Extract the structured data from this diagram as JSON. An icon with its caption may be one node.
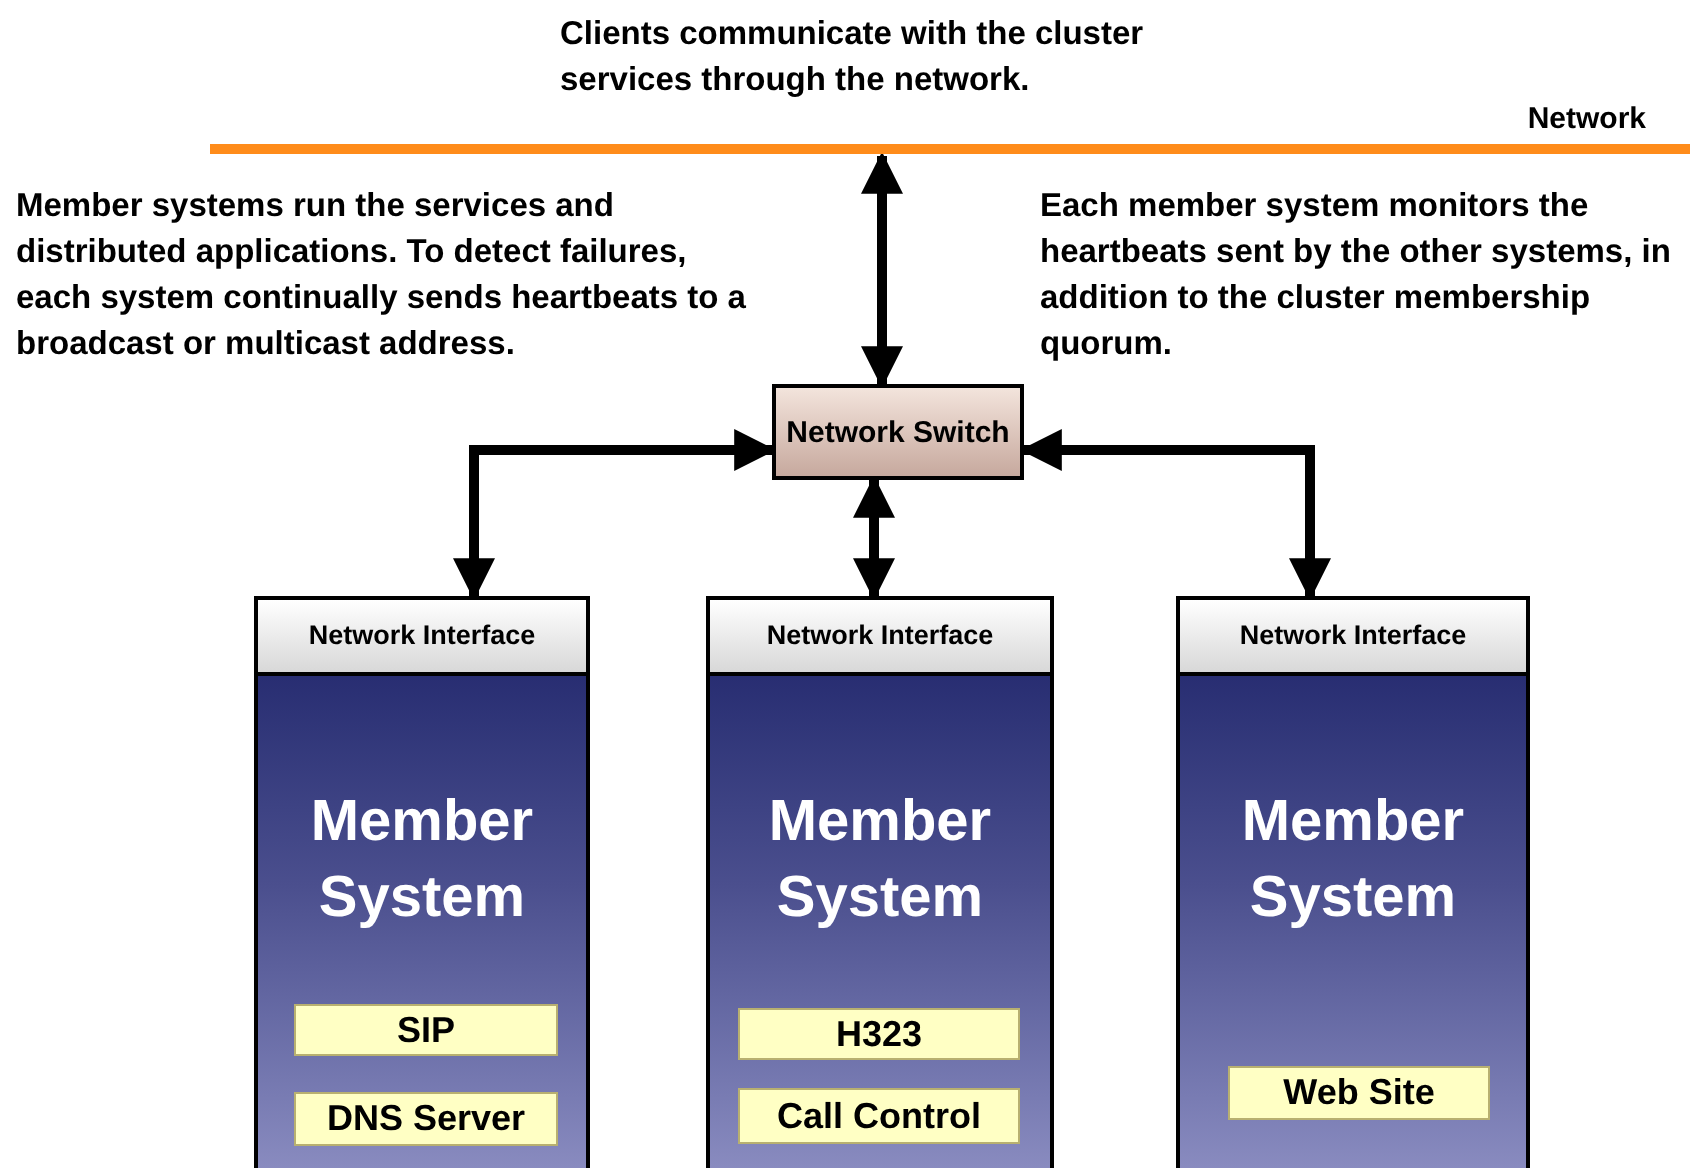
{
  "diagram": {
    "nodes": [
      {
        "text": [
          "Network"
        ]
      },
      {
        "text": [
          "Network Switch"
        ]
      },
      {
        "text": [
          "Network Interface",
          "Member System"
        ]
      },
      {
        "text": [
          "SIP"
        ],
        "in": 2
      },
      {
        "text": [
          "DNS Server"
        ],
        "in": 2
      },
      {
        "text": [
          "Network Interface",
          "Member System"
        ]
      },
      {
        "text": [
          "H323"
        ],
        "in": 5
      },
      {
        "text": [
          "Call Control"
        ],
        "in": 5
      },
      {
        "text": [
          "Network Interface",
          "Member System"
        ]
      },
      {
        "text": [
          "Web Site"
        ],
        "in": 8
      }
    ],
    "edges": [
      {
        "from": 1,
        "to": 0,
        "arrow": "both"
      },
      {
        "from": 1,
        "to": 2,
        "arrow": "both"
      },
      {
        "from": 1,
        "to": 5,
        "arrow": "both"
      },
      {
        "from": 1,
        "to": 8,
        "arrow": "both"
      }
    ],
    "labels": [
      "Clients communicate with the cluster services through the network.",
      "Member systems run the services and distributed applications. To detect failures, each system continually sends heartbeats to a broadcast or multicast address.",
      "Each member system monitors the heartbeats sent by the other systems, in addition to the cluster membership quorum."
    ]
  }
}
